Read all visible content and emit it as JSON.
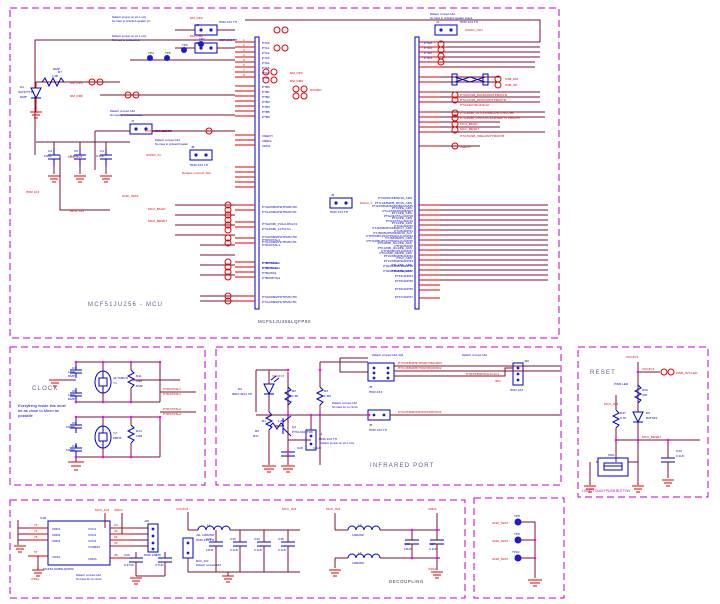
{
  "document": {
    "type": "schematic",
    "tool_style": "eda-cad",
    "page_size": "720x604",
    "background": "#ffffff",
    "colors": {
      "block_outline": "#c000c0",
      "wire": "#7b1030",
      "symbol": "#0000c8",
      "net_label": "#e00000",
      "note": "#0000c8",
      "junction": "#ff00ff",
      "ground": "#e00000"
    }
  },
  "blocks": [
    {
      "id": "mcu",
      "title": "MCF51JU256 - MCU",
      "subtitle": "MCF51JU256LQFP80",
      "region": "top"
    },
    {
      "id": "clock",
      "title": "CLOCK",
      "region": "mid-left"
    },
    {
      "id": "infrared",
      "title": "INFRARED PORT",
      "region": "mid-center"
    },
    {
      "id": "reset",
      "title": "RESET",
      "caption": "LIGHT TOUCH PUSH BUTTON",
      "region": "mid-right"
    },
    {
      "id": "power",
      "title": "",
      "subtitle": "MCF51JU256LQFP80",
      "region": "bottom-left"
    },
    {
      "id": "decoupling",
      "title": "DECOUPLING",
      "region": "bottom-center"
    },
    {
      "id": "testpoints",
      "title": "",
      "region": "bottom-right"
    }
  ],
  "mcu": {
    "refdes": "U1",
    "part": "MCF51JU256LQFP80",
    "title": "MCF51JU256 - MCU",
    "left_pins": [
      {
        "pin": "1",
        "name": "PTA0/KBI1P0/TPM1CH0/ADP0"
      },
      {
        "pin": "2",
        "name": "PTA1/KBI1P1/TPM1CH1/ADP1"
      },
      {
        "pin": "3",
        "name": "PTA2/KBI1P2/SDA1/ADP2"
      },
      {
        "pin": "4",
        "name": "PTA3/KBI1P3/SCL1/ADP3"
      },
      {
        "pin": "5",
        "name": "PTA4/KBI1P4/ADP4"
      },
      {
        "pin": "6",
        "name": "PTA5/KBI1P5/ADP5"
      },
      {
        "pin": "7",
        "name": "PTA6/KBI1P6/ADP6"
      },
      {
        "pin": "8",
        "name": "PTA7/KBI1P7/ADP7"
      },
      {
        "pin": "9",
        "name": "PTB0/KBI1P8/RXD1/ADP8"
      },
      {
        "pin": "10",
        "name": "PTB1/KBI1P9/TXD1/ADP9"
      },
      {
        "pin": "11",
        "name": "PTB2/SPSCK1/ADP10"
      },
      {
        "pin": "12",
        "name": "PTB3/MOSI1/ADP11"
      },
      {
        "pin": "13",
        "name": "PTB4/MISO1/ADP12"
      },
      {
        "pin": "14",
        "name": "PTB5/SS1/ADP13"
      },
      {
        "pin": "15",
        "name": "PTC0/SCL1/ADP14"
      },
      {
        "pin": "16",
        "name": "PTC1/SDA1/ADP15"
      },
      {
        "pin": "17",
        "name": "PTC2/RXD2"
      },
      {
        "pin": "18",
        "name": "PTC3/TXD2"
      },
      {
        "pin": "19",
        "name": "PTD0/KBI2P0/TPM2CH0"
      },
      {
        "pin": "20",
        "name": "PTD1/KBI2P1/TPM2CH1"
      },
      {
        "pin": "21",
        "name": "PTD2/KBI2P2/PULLUPCLK1"
      },
      {
        "pin": "22",
        "name": "PTD3/KBI2P3/ALTCLK1"
      },
      {
        "pin": "23",
        "name": "PTD4/XTAL1"
      },
      {
        "pin": "24",
        "name": "PTD5/EXTAL1"
      },
      {
        "pin": "25",
        "name": "PTD6/XTAL2"
      },
      {
        "pin": "26",
        "name": "PTD7/EXTAL2"
      },
      {
        "pin": "27",
        "name": "PTE0/TPM1CH2"
      },
      {
        "pin": "28",
        "name": "PTE1/TPM1CH3"
      },
      {
        "pin": "29",
        "name": "PTE2/SDA2"
      },
      {
        "pin": "30",
        "name": "PTE3/SCL2"
      },
      {
        "pin": "31",
        "name": "PTE4/KBI2P4"
      },
      {
        "pin": "32",
        "name": "PTE5/KBI2P5"
      },
      {
        "pin": "33",
        "name": "PTE6/KBI2P6"
      },
      {
        "pin": "34",
        "name": "PTE7/KBI2P7/IRQ"
      },
      {
        "pin": "35",
        "name": "PTF0/ADP16"
      },
      {
        "pin": "36",
        "name": "PTF1/ADP17"
      },
      {
        "pin": "37",
        "name": "PTF2/SPSCK2"
      },
      {
        "pin": "38",
        "name": "PTF3/MOSI2"
      },
      {
        "pin": "39",
        "name": "PTF4/MISO2"
      },
      {
        "pin": "40",
        "name": "PTF5/SS2"
      }
    ],
    "right_pins": [
      {
        "pin": "41",
        "name": "PTG0/KBI2P8/NMI/BKGD/MS"
      },
      {
        "pin": "42",
        "name": "PTG1/KBI2P9/RESET"
      },
      {
        "pin": "43",
        "name": "PTG2/EXTAL/ADP18"
      },
      {
        "pin": "44",
        "name": "PTG3/XTAL/ADP19"
      },
      {
        "pin": "45",
        "name": "PTG4/ADP20"
      },
      {
        "pin": "46",
        "name": "PTG5/ADP21"
      },
      {
        "pin": "47",
        "name": "PTG6/ADP22"
      },
      {
        "pin": "48",
        "name": "PTG7/ADP23"
      },
      {
        "pin": "49",
        "name": "PTH0/KBI1P10/TPM1CLK/ADP24"
      },
      {
        "pin": "50",
        "name": "PTH1/KBI1P11/TPM2CLK/ADP25"
      },
      {
        "pin": "51",
        "name": "PTH2/ADP26"
      },
      {
        "pin": "52",
        "name": "PTH3/KBI1P12/ADP27"
      },
      {
        "pin": "53",
        "name": "PTH4/USB_DM/TPM2CH0/ADP28"
      },
      {
        "pin": "54",
        "name": "PTH5/USB_DP/TPM2CH1/ADP29"
      },
      {
        "pin": "55",
        "name": "PTH6/ADP30"
      },
      {
        "pin": "56",
        "name": "PTH7/ADP31"
      },
      {
        "pin": "57",
        "name": "PTJ0/ADP32"
      },
      {
        "pin": "58",
        "name": "PTJ1/ADP33"
      },
      {
        "pin": "59",
        "name": "PTJ2/USB_DM"
      },
      {
        "pin": "60",
        "name": "PTJ3/USB_DP"
      },
      {
        "pin": "61",
        "name": "PTD0/USB_DM/DCDM/TPM2CH4"
      },
      {
        "pin": "62",
        "name": "PTD1/USB_DP/DCDP/TPM2CH5"
      },
      {
        "pin": "63",
        "name": "PTD2/EXTRGIN/CLK"
      },
      {
        "pin": "64",
        "name": "PTD3/KBI_ALTCLK/KBI2P6/TPM2CH6"
      },
      {
        "pin": "65",
        "name": "PTD4/KBI_PULLUPCLK/KBI2P7/TPM2CH7"
      },
      {
        "pin": "66",
        "name": "MCU_BKGD"
      },
      {
        "pin": "67",
        "name": "MCU_RESET"
      },
      {
        "pin": "68",
        "name": "PTD7/USB_VREGIN/TPM2CH8"
      },
      {
        "pin": "69",
        "name": "VREFH"
      },
      {
        "pin": "70",
        "name": "VREFL"
      }
    ]
  },
  "net_labels": [
    "DM_DP0",
    "DM_DM0",
    "DP_DP0",
    "DP_DM0",
    "DCDM",
    "DCDP",
    "POTENTIOMETER",
    "AUDIO_IN",
    "AUDIO_OUT",
    "DACO_0",
    "VREFO",
    "MCU_3V3",
    "MCU_BKGD",
    "MCU_RESET",
    "VDDA",
    "VSSA",
    "VCC3V3",
    "USB_DM",
    "USB_DP",
    "VREFH",
    "VREFL",
    "GND"
  ],
  "clock": {
    "title": "CLOCK",
    "note": "Everything inside this must be as close to Micro as possible",
    "components": [
      {
        "ref": "C7",
        "value": "18PF",
        "mark": "DMP"
      },
      {
        "ref": "C8",
        "value": "18PF",
        "mark": "DMP"
      },
      {
        "ref": "Y1",
        "value": "32.768KHz",
        "mark": ""
      },
      {
        "ref": "R11",
        "value": "10M",
        "mark": "DMP"
      },
      {
        "ref": "C9",
        "value": "10PF",
        "mark": ""
      },
      {
        "ref": "C11",
        "value": "10PF",
        "mark": ""
      },
      {
        "ref": "Y2",
        "value": "8MHZ",
        "mark": ""
      },
      {
        "ref": "R14",
        "value": "10M",
        "mark": ""
      }
    ],
    "nets": [
      "PTD6/XTAL1",
      "PTD4/XTAL1",
      "PTD7/EXTAL2",
      "PTD5/EXTAL2"
    ]
  },
  "infrared": {
    "title": "INFRARED PORT",
    "power_net": "VCC3V3",
    "components": [
      {
        "ref": "D2",
        "value": "IRDA 3101 TR"
      },
      {
        "ref": "R2",
        "value": "1.5K"
      },
      {
        "ref": "R3",
        "value": "1.5M"
      },
      {
        "ref": "R1",
        "value": "1.5K"
      },
      {
        "ref": "R5",
        "value": "RTL"
      },
      {
        "ref": "Q1",
        "value": "PTCL3101TR8"
      },
      {
        "ref": "C28",
        "value": "0.1UF"
      },
      {
        "ref": "J5",
        "value": "HDR 2X3"
      },
      {
        "ref": "J6",
        "value": "HDR 1X2 TH"
      },
      {
        "ref": "J4",
        "value": "HDR 1X2 TH"
      },
      {
        "ref": "J26",
        "value": "HDR 1X3"
      }
    ],
    "notes": [
      "Default: jumper on pin 1 only",
      "Default: connect 1&2, 3&4",
      "Default: jumper on pin 1 only",
      "Default: open for no circuit"
    ],
    "nets": [
      "PTC0/KBI2P9/TPM2CH6/CMP2",
      "PTC1/KBI2P8/TXD2/IRQ/RXD2",
      "PTD3/KBI2P3/ALTCLK1",
      "IRQ",
      "PTC2/KBI2P2/RXD2/CMP2LD2"
    ]
  },
  "reset": {
    "title": "RESET",
    "caption": "LIGHT TOUCH PUSH BUTTON",
    "power_net": "VCC3V3",
    "components": [
      {
        "ref": "R36",
        "value": "330",
        "note": "PWR LED"
      },
      {
        "ref": "R37",
        "value": "4.7K",
        "note": ""
      },
      {
        "ref": "D9",
        "value": "BAT54S",
        "note": ""
      },
      {
        "ref": "SW1",
        "value": "",
        "note": ""
      },
      {
        "ref": "C24",
        "value": "0.1UF",
        "note": ""
      }
    ],
    "nets": [
      "VCC3V3",
      "MCU_3V3",
      "MCU_RESET",
      "PWR_3V3 LED"
    ]
  },
  "power_block": {
    "refdes": "U1B",
    "part": "MCF51JU256LQFP80",
    "left_pins": [
      {
        "pin": "74",
        "name": "VDD1"
      },
      {
        "pin": "71",
        "name": "VDD2"
      },
      {
        "pin": "75",
        "name": "VDD3"
      },
      {
        "pin": "57",
        "name": "VSSA"
      }
    ],
    "right_pins": [
      {
        "pin": "20",
        "name": "VCC1"
      },
      {
        "pin": "44",
        "name": "VCC2"
      },
      {
        "pin": "64",
        "name": "VCC3"
      },
      {
        "pin": "40",
        "name": "VUSB33"
      },
      {
        "pin": "38",
        "name": "VDDA"
      }
    ],
    "components": [
      {
        "ref": "J18",
        "value": "HDR 1X3 TH"
      },
      {
        "ref": "C26",
        "value": "0.47UF"
      },
      {
        "ref": "C30",
        "value": "4.7UF"
      },
      {
        "ref": "L1",
        "value": "100MHZ"
      },
      {
        "ref": "J11",
        "value": "HDR 1X2 TH"
      },
      {
        "ref": "C32",
        "value": "10UF"
      },
      {
        "ref": "C33",
        "value": "0.1UF"
      },
      {
        "ref": "C34",
        "value": "0.1UF"
      },
      {
        "ref": "C35",
        "value": "0.1UF"
      }
    ],
    "nets": [
      "MCU_3V3",
      "VDDA",
      "VSSA",
      "VCC3V3"
    ],
    "notes": [
      "Default: connect 1&2",
      "Default: jumper on pin 1 only",
      "Default: open for no circuit"
    ]
  },
  "decoupling": {
    "title": "DECOUPLING",
    "components": [
      {
        "ref": "L2",
        "value": "100MHZ"
      },
      {
        "ref": "L3",
        "value": "100MHZ"
      },
      {
        "ref": "C36",
        "value": "10UF"
      },
      {
        "ref": "C37",
        "value": "0.1UF"
      }
    ],
    "nets": [
      "MCU_3V3",
      "VDDA",
      "VSSA"
    ]
  },
  "testpoints": {
    "items": [
      {
        "ref": "TP8",
        "net": "GND_TEST"
      },
      {
        "ref": "TP9",
        "net": "GND_TEST"
      },
      {
        "ref": "TP10",
        "net": "GND_TEST"
      }
    ]
  },
  "top_notes": [
    "Default: jumper on pin 1 only",
    "No trace to onboard speaker pin",
    "Default: jumper on pin 1 only",
    "No trace to onboard pin",
    "Default: connect 1&2",
    "No trace to onboard header",
    "Default: connect 1&2",
    "No trace to onboard header",
    "Default: connect 1&2",
    "No trace to onboard speaker output"
  ],
  "top_components": [
    {
      "ref": "J2",
      "value": "HDR 1X2 TH"
    },
    {
      "ref": "J3",
      "value": "HDR 1X2 TH"
    },
    {
      "ref": "J7",
      "value": "HDR 1X2 TH"
    },
    {
      "ref": "J8",
      "value": "HDR 1X2 TH"
    },
    {
      "ref": "J9",
      "value": "HDR 1X2 TH"
    },
    {
      "ref": "J10",
      "value": "HDR 1X2 TH"
    },
    {
      "ref": "D1",
      "value": "SCHOTTKY DMP"
    },
    {
      "ref": "R7",
      "value": "1.0K DMP"
    },
    {
      "ref": "C4",
      "value": "10UF"
    },
    {
      "ref": "C5",
      "value": "0.1UF"
    },
    {
      "ref": "C1",
      "value": "0.1UF"
    },
    {
      "ref": "TP4",
      "value": ""
    },
    {
      "ref": "TP5",
      "value": ""
    },
    {
      "ref": "TP6",
      "value": ""
    },
    {
      "ref": "TP7",
      "value": ""
    }
  ]
}
